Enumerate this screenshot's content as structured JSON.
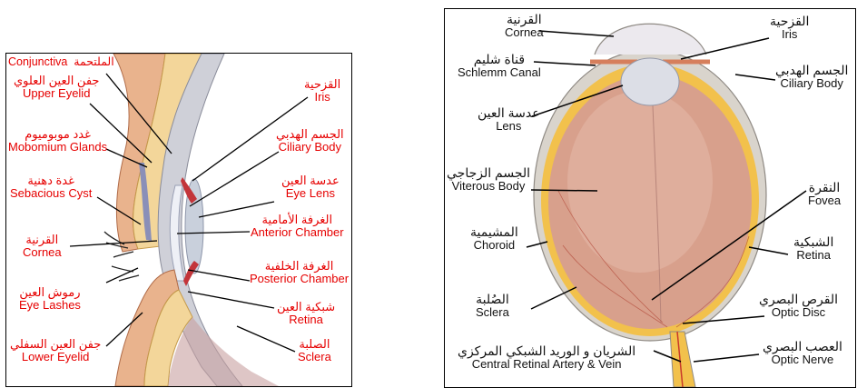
{
  "left": {
    "conjunctiva": {
      "en": "Conjunctiva",
      "ar": "الملتحمة"
    },
    "upper_eyelid": {
      "ar": "جفن العين العلوي",
      "en": "Upper Eyelid"
    },
    "meibomian": {
      "ar": "غدد موبوميوم",
      "en": "Mobomium Glands"
    },
    "sebaceous": {
      "ar": "غدة دهنية",
      "en": "Sebacious Cyst"
    },
    "cornea": {
      "ar": "القرنية",
      "en": "Cornea"
    },
    "eye_lashes": {
      "ar": "رموش العين",
      "en": "Eye Lashes"
    },
    "lower_eyelid": {
      "ar": "جفن العين السفلي",
      "en": "Lower Eyelid"
    },
    "iris": {
      "ar": "القزحية",
      "en": "Iris"
    },
    "ciliary": {
      "ar": "الجسم الهدبي",
      "en": "Ciliary Body"
    },
    "lens": {
      "ar": "عدسة العين",
      "en": "Eye Lens"
    },
    "anterior": {
      "ar": "الغرفة الأمامية",
      "en": "Anterior Chamber"
    },
    "posterior": {
      "ar": "الغرفة الخلفية",
      "en": "Posterior Chamber"
    },
    "retina": {
      "ar": "شبكية العين",
      "en": "Retina"
    },
    "sclera": {
      "ar": "الصلبة",
      "en": "Sclera"
    }
  },
  "right": {
    "cornea": {
      "ar": "القرنية",
      "en": "Cornea"
    },
    "schlemm": {
      "ar": "قناة شليم",
      "en": "Schlemm Canal"
    },
    "lens": {
      "ar": "عدسة العين",
      "en": "Lens"
    },
    "vitreous": {
      "ar": "الجسم الزجاجي",
      "en": "Viterous Body"
    },
    "choroid": {
      "ar": "المشيمية",
      "en": "Choroid"
    },
    "sclera": {
      "ar": "الصُلبة",
      "en": "Sclera"
    },
    "artery": {
      "ar": "الشريان و الوريد الشبكي المركزي",
      "en": "Central Retinal Artery & Vein"
    },
    "iris": {
      "ar": "القزحية",
      "en": "Iris"
    },
    "ciliary": {
      "ar": "الجسم الهدبي",
      "en": "Ciliary Body"
    },
    "fovea": {
      "ar": "النقرة",
      "en": "Fovea"
    },
    "retina": {
      "ar": "الشبكية",
      "en": "Retina"
    },
    "optic_disc": {
      "ar": "القرص البصري",
      "en": "Optic Disc"
    },
    "optic_nerve": {
      "ar": "العصب البصري",
      "en": "Optic Nerve"
    }
  }
}
